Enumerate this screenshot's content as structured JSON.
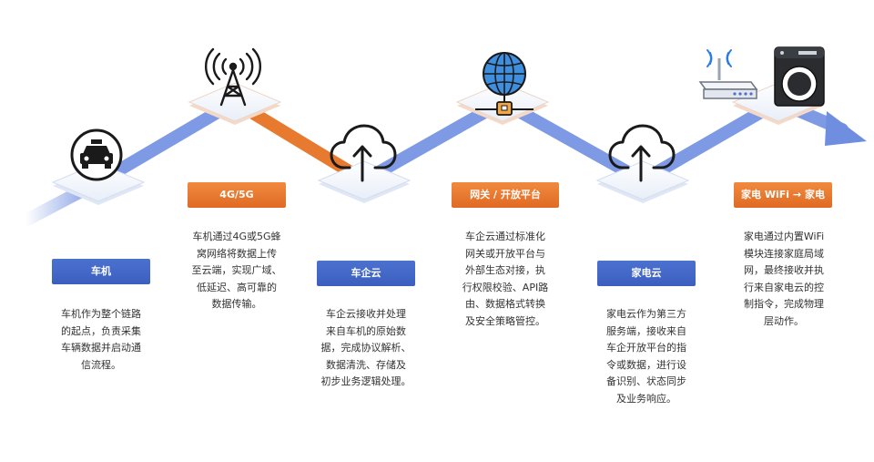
{
  "stages": [
    {
      "label": "车机",
      "icon": "taxi-icon",
      "lines": [
        "车机作为整个链路",
        "的起点，负责采集",
        "车辆数据并启动通",
        "信流程。"
      ]
    },
    {
      "label": "4G/5G",
      "icon": "cell-tower-icon",
      "lines": [
        "车机通过4G或5G蜂",
        "窝网络将数据上传",
        "至云端，实现广域、",
        "低延迟、高可靠的",
        "数据传输。"
      ]
    },
    {
      "label": "车企云",
      "icon": "cloud-upload-icon",
      "lines": [
        "车企云接收并处理",
        "来自车机的原始数",
        "据，完成协议解析、",
        "数据清洗、存储及",
        "初步业务逻辑处理。"
      ]
    },
    {
      "label": "网关 / 开放平台",
      "icon": "globe-gateway-icon",
      "lines": [
        "车企云通过标准化",
        "网关或开放平台与",
        "外部生态对接，执",
        "行权限校验、API路",
        "由、数据格式转换",
        "及安全策略管控。"
      ]
    },
    {
      "label": "家电云",
      "icon": "cloud-upload-icon",
      "lines": [
        "家电云作为第三方",
        "服务端，接收来自",
        "车企开放平台的指",
        "令或数据，进行设",
        "备识别、状态同步",
        "及业务响应。"
      ]
    },
    {
      "label": "家电 WiFi → 家电",
      "icon": "router-washer-icon",
      "lines": [
        "家电通过内置WiFi",
        "模块连接家庭局域",
        "网，最终接收并执",
        "行来自家电云的控",
        "制指令，完成物理",
        "层动作。"
      ]
    }
  ],
  "colors": {
    "blue": "#4a6fd0",
    "orange": "#eb7a32",
    "line_blue": "#6f8ee0",
    "line_orange": "#e9782e",
    "text": "#333333"
  }
}
